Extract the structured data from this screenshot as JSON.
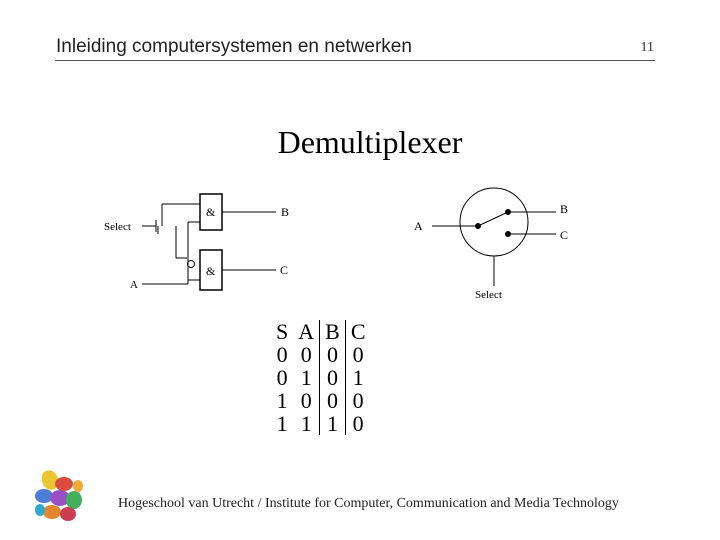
{
  "header": {
    "title": "Inleiding computersystemen en netwerken",
    "page_number": "11"
  },
  "slide": {
    "title": "Demultiplexer"
  },
  "gate_diagram": {
    "select_label": "Select",
    "input_label": "A",
    "output_b_label": "B",
    "output_c_label": "C",
    "gate_symbol": "&"
  },
  "switch_diagram": {
    "input_label": "A",
    "output_b_label": "B",
    "output_c_label": "C",
    "select_label": "Select"
  },
  "truth_table": {
    "headers": [
      "S",
      "A",
      "B",
      "C"
    ],
    "rows": [
      [
        "0",
        "0",
        "0",
        "0"
      ],
      [
        "0",
        "1",
        "0",
        "1"
      ],
      [
        "1",
        "0",
        "0",
        "0"
      ],
      [
        "1",
        "1",
        "1",
        "0"
      ]
    ]
  },
  "footer": {
    "text": "Hogeschool van Utrecht / Institute for Computer, Communication and Media Technology"
  }
}
